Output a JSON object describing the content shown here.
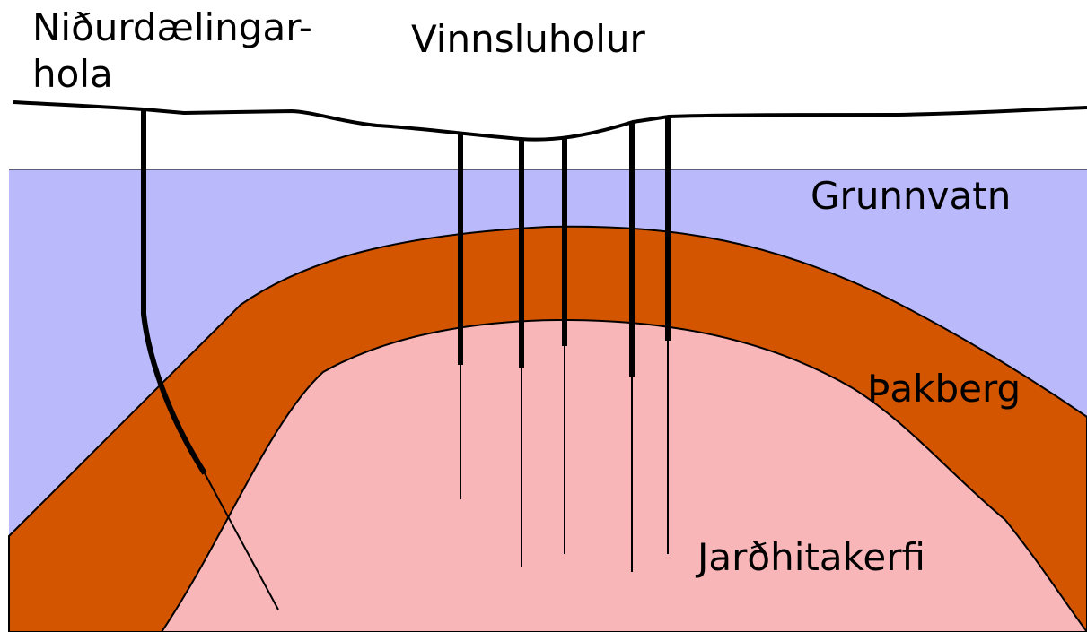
{
  "labels": {
    "injection_well_line1": "Niðurdælingar-",
    "injection_well_line2": "hola",
    "production_wells": "Vinnsluholur",
    "groundwater": "Grunnvatn",
    "caprock": "Þakberg",
    "geothermal_system": "Jarðhitakerfi"
  },
  "colors": {
    "background": "#ffffff",
    "groundwater": "#b9b9fb",
    "caprock": "#d45500",
    "geothermal_system": "#f9b6b8",
    "outline": "#000000"
  }
}
